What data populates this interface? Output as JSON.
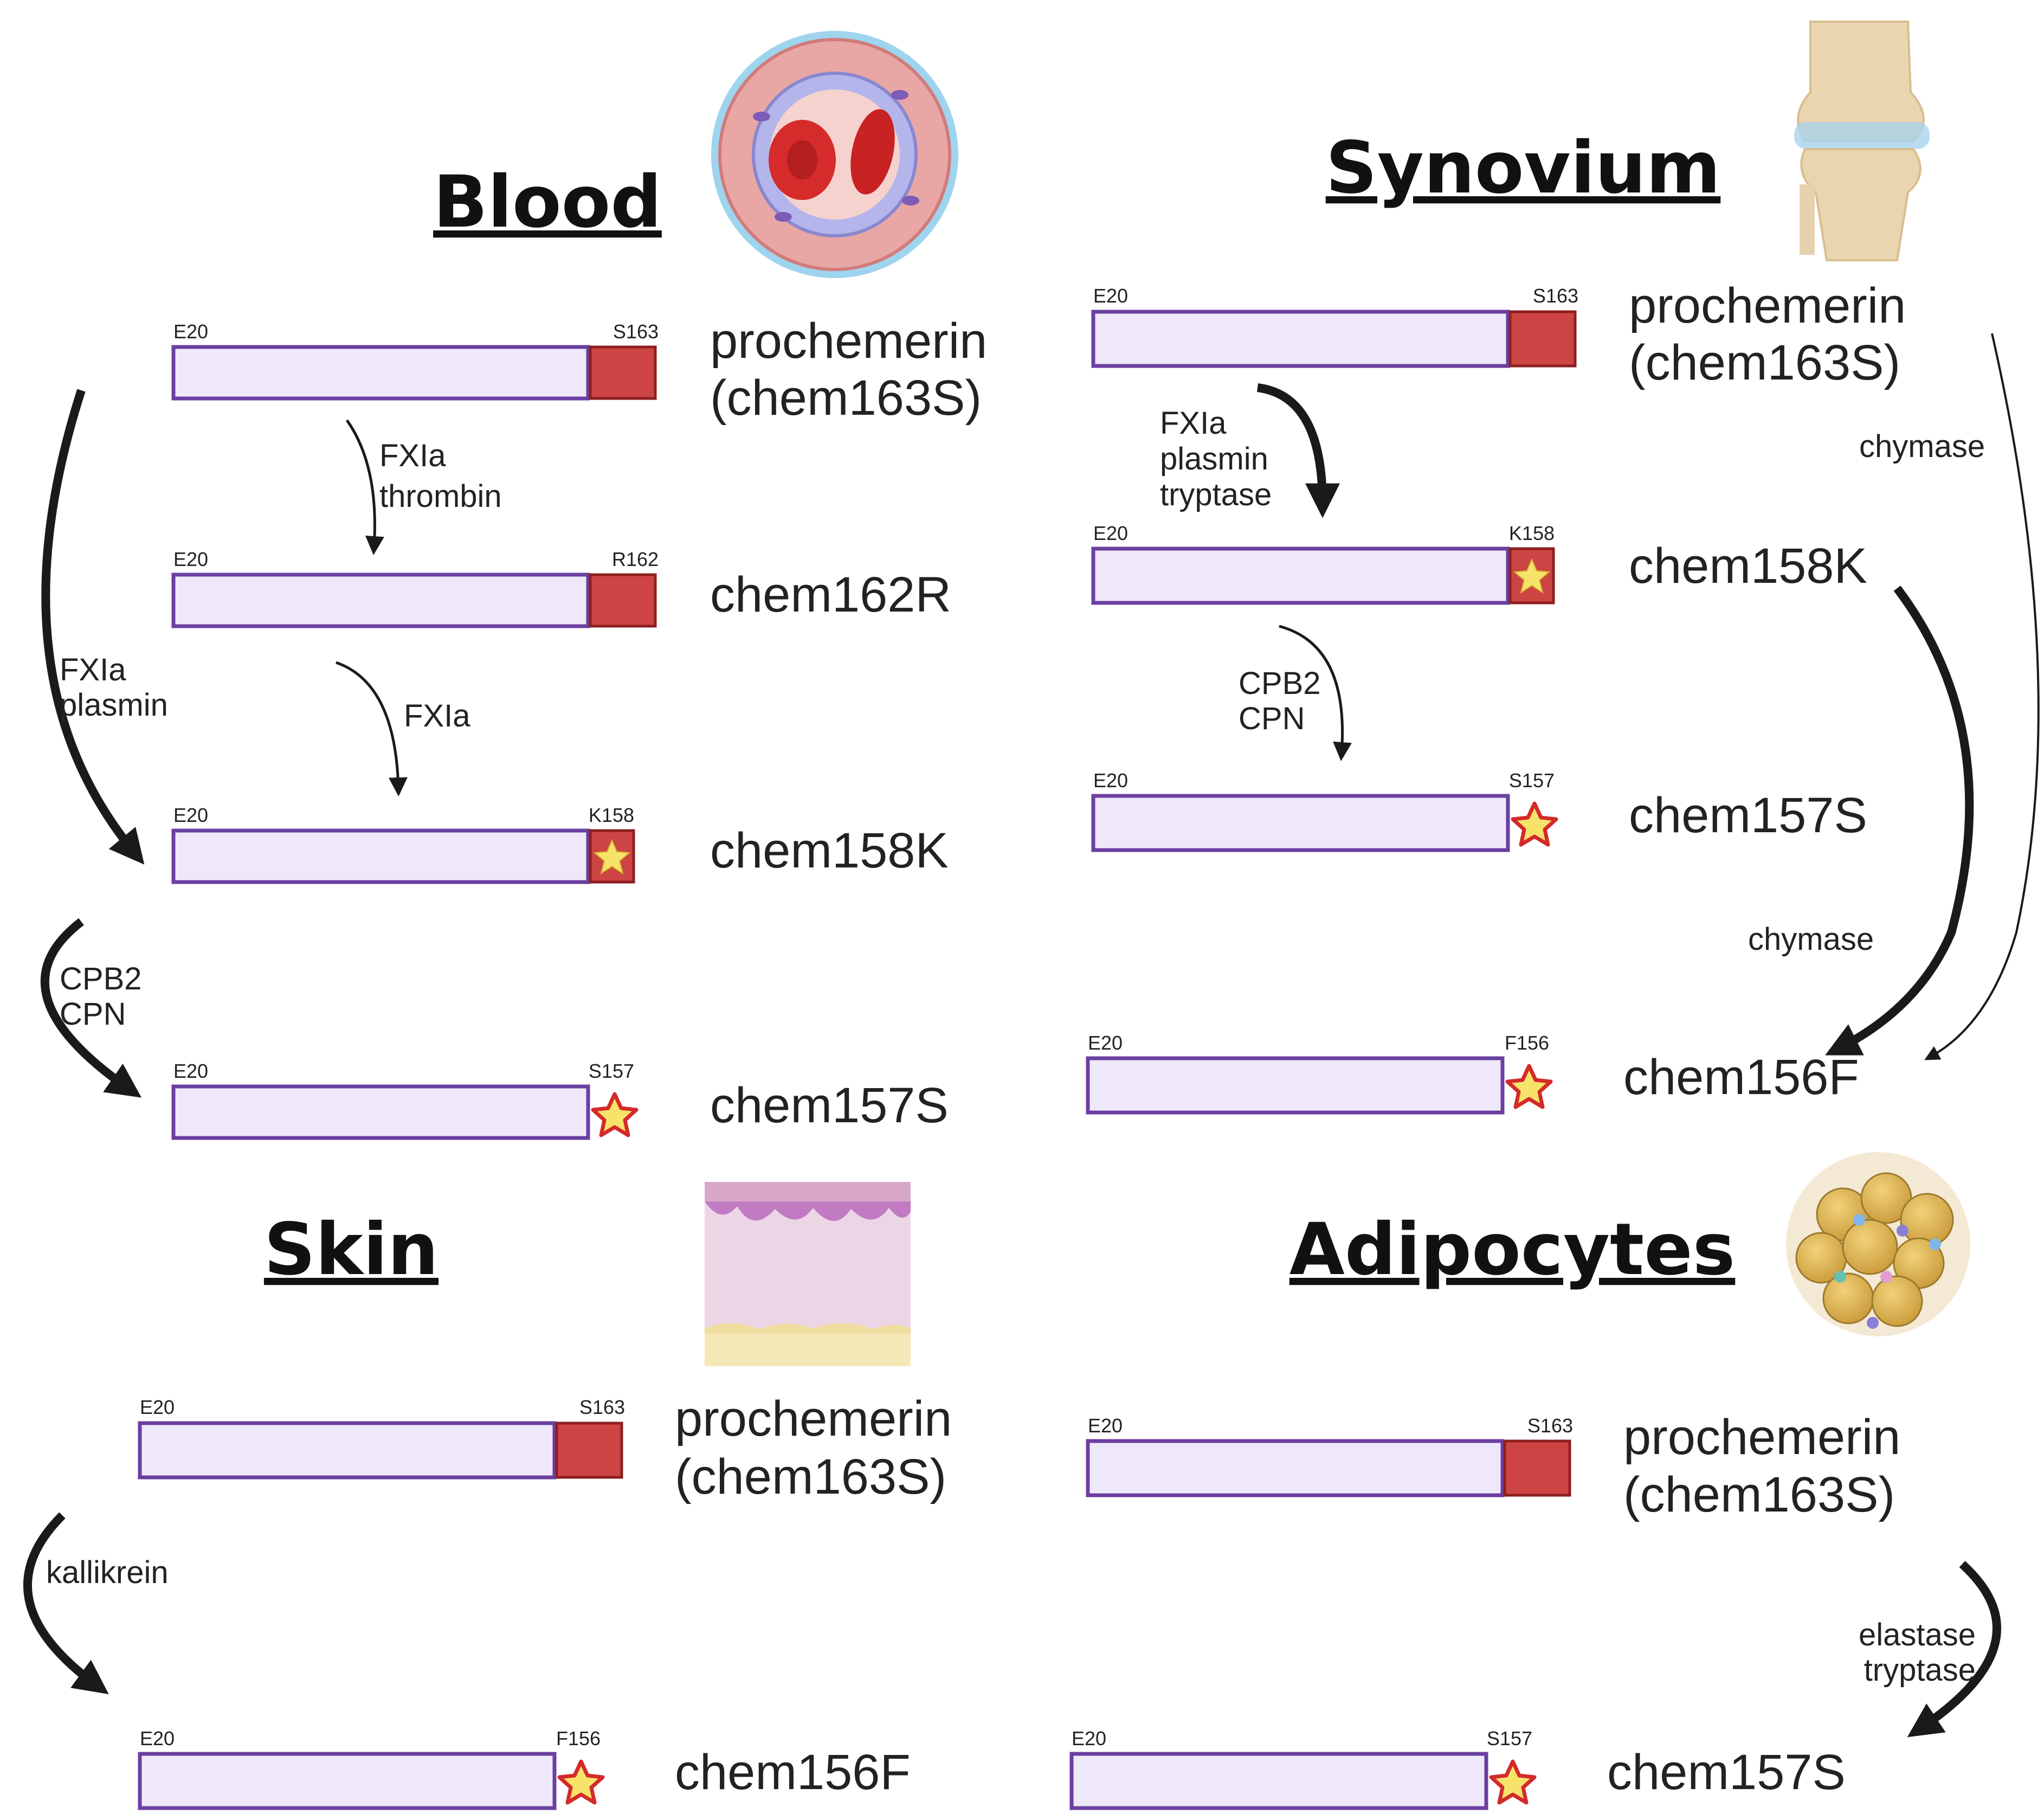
{
  "colors": {
    "bar_fill": "#EFE8FA",
    "bar_stroke": "#6B3FA0",
    "cap_fill": "#CC4444",
    "cap_stroke": "#8E1F1F",
    "star_fill": "#F7E36A",
    "star_stroke": "#D42A2A",
    "arrow": "#1a1a1a"
  },
  "panels": {
    "blood": {
      "title": "Blood",
      "icon": "blood-vessel-icon",
      "forms": [
        {
          "start": "E20",
          "end": "S163",
          "name_line1": "prochemerin",
          "name_line2": "(chem163S)",
          "cap": "box"
        },
        {
          "start": "E20",
          "end": "R162",
          "name_line1": "chem162R",
          "name_line2": "",
          "cap": "box"
        },
        {
          "start": "E20",
          "end": "K158",
          "name_line1": "chem158K",
          "name_line2": "",
          "cap": "box-star"
        },
        {
          "start": "E20",
          "end": "S157",
          "name_line1": "chem157S",
          "name_line2": "",
          "cap": "star"
        }
      ],
      "enzymes": {
        "a1": [
          "FXIa",
          "thrombin"
        ],
        "a2": [
          "FXIa"
        ],
        "a3": [
          "FXIa",
          "plasmin"
        ],
        "a4": [
          "CPB2",
          "CPN"
        ]
      }
    },
    "synovium": {
      "title": "Synovium",
      "icon": "knee-joint-icon",
      "forms": [
        {
          "start": "E20",
          "end": "S163",
          "name_line1": "prochemerin",
          "name_line2": "(chem163S)",
          "cap": "box"
        },
        {
          "start": "E20",
          "end": "K158",
          "name_line1": "chem158K",
          "name_line2": "",
          "cap": "box-star"
        },
        {
          "start": "E20",
          "end": "S157",
          "name_line1": "chem157S",
          "name_line2": "",
          "cap": "star"
        },
        {
          "start": "E20",
          "end": "F156",
          "name_line1": "chem156F",
          "name_line2": "",
          "cap": "star"
        }
      ],
      "enzymes": {
        "a1": [
          "FXIa",
          "plasmin",
          "tryptase"
        ],
        "a2": [
          "CPB2",
          "CPN"
        ],
        "a3": [
          "chymase"
        ],
        "a4": [
          "chymase"
        ]
      }
    },
    "skin": {
      "title": "Skin",
      "icon": "skin-layers-icon",
      "forms": [
        {
          "start": "E20",
          "end": "S163",
          "name_line1": "prochemerin",
          "name_line2": "(chem163S)",
          "cap": "box"
        },
        {
          "start": "E20",
          "end": "F156",
          "name_line1": "chem156F",
          "name_line2": "",
          "cap": "star"
        }
      ],
      "enzymes": {
        "a1": [
          "kallikrein"
        ]
      }
    },
    "adipocytes": {
      "title": "Adipocytes",
      "icon": "adipose-tissue-icon",
      "forms": [
        {
          "start": "E20",
          "end": "S163",
          "name_line1": "prochemerin",
          "name_line2": "(chem163S)",
          "cap": "box"
        },
        {
          "start": "E20",
          "end": "S157",
          "name_line1": "chem157S",
          "name_line2": "",
          "cap": "star"
        }
      ],
      "enzymes": {
        "a1": [
          "elastase",
          "tryptase"
        ]
      }
    }
  }
}
